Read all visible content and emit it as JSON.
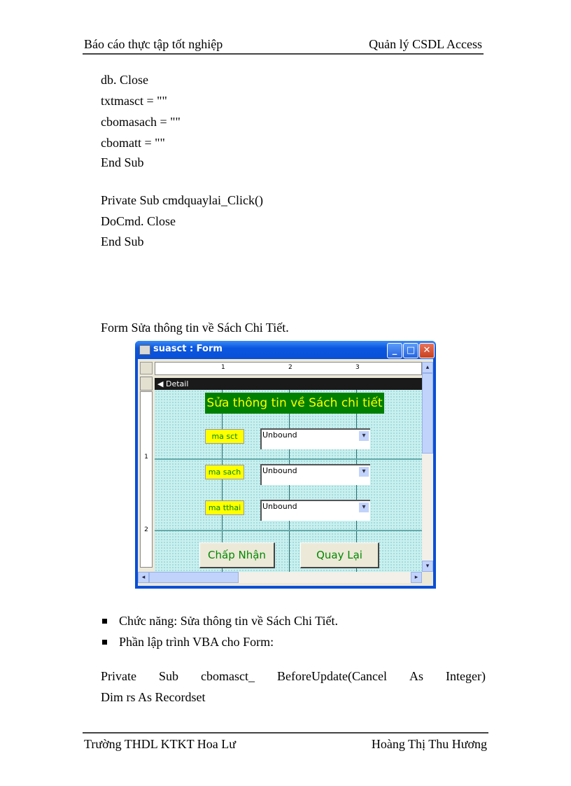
{
  "header": {
    "left": "Báo cáo thực tập tốt nghiệp",
    "right": "Quản lý CSDL Access"
  },
  "code_block_1": [
    "db. Close",
    "txtmasct = \"\"",
    "cbomasach = \"\"",
    "cbomatt = \"\"",
    "End Sub"
  ],
  "code_block_2": [
    "Private  Sub cmdquaylai_Click()",
    "DoCmd. Close",
    "End Sub"
  ],
  "caption": "Form Sửa thông tin về Sách Chi Tiết.",
  "access_window": {
    "title": "suasct : Form",
    "controls": {
      "minimize": "_",
      "maximize": "□",
      "close": "✕"
    },
    "ruler_marks": [
      "1",
      "2",
      "3"
    ],
    "vruler_marks": [
      "1",
      "2"
    ],
    "section": "Detail",
    "form_title": "Sửa thông tin về Sách chi tiết",
    "fields": [
      {
        "label": "ma sct",
        "value": "Unbound"
      },
      {
        "label": "ma sach",
        "value": "Unbound"
      },
      {
        "label": "ma tthai",
        "value": "Unbound"
      }
    ],
    "buttons": {
      "accept": "Chấp Nhận",
      "back": "Quay Lại"
    },
    "icons": {
      "dropdown": "▾",
      "up": "▴",
      "down": "▾",
      "left": "◂",
      "right": "▸"
    }
  },
  "bullets": [
    "Chức năng: Sửa thông tin về Sách Chi Tiết.",
    "Phần lập trình VBA cho Form:"
  ],
  "code_block_3": {
    "line1": [
      "Private",
      "Sub",
      "cbomasct_",
      "BeforeUpdate(Cancel",
      "As",
      "Integer)"
    ],
    "line2": "Dim rs As Recordset"
  },
  "footer": {
    "left": "Trường THDL KTKT Hoa Lư",
    "right": "Hoàng Thị Thu Hương"
  }
}
